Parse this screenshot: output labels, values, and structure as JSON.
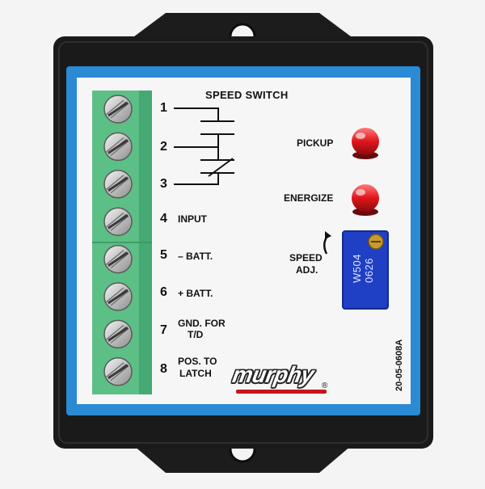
{
  "device": {
    "title": "SPEED SWITCH",
    "terminals": [
      {
        "number": "1",
        "label": ""
      },
      {
        "number": "2",
        "label": ""
      },
      {
        "number": "3",
        "label": ""
      },
      {
        "number": "4",
        "label": "INPUT"
      },
      {
        "number": "5",
        "label": "– BATT."
      },
      {
        "number": "6",
        "label": "+ BATT."
      },
      {
        "number": "7",
        "label_line1": "GND. FOR",
        "label_line2": "T/D"
      },
      {
        "number": "8",
        "label_line1": "POS. TO",
        "label_line2": "LATCH"
      }
    ],
    "leds": [
      {
        "label": "PICKUP",
        "color": "#d8141c"
      },
      {
        "label": "ENERGIZE",
        "color": "#d8141c"
      }
    ],
    "pot": {
      "label_line1": "SPEED",
      "label_line2": "ADJ.",
      "marking_line1": "W504",
      "marking_line2": "0626",
      "color": "#1f3fc4"
    },
    "brand": "murphy",
    "brand_mark": "®",
    "part_number": "20-05-0608A",
    "colors": {
      "housing": "#1a1a1a",
      "faceplate_border": "#2a8ad4",
      "terminal_block": "#5cbf86",
      "brand_accent": "#c4161c"
    }
  }
}
